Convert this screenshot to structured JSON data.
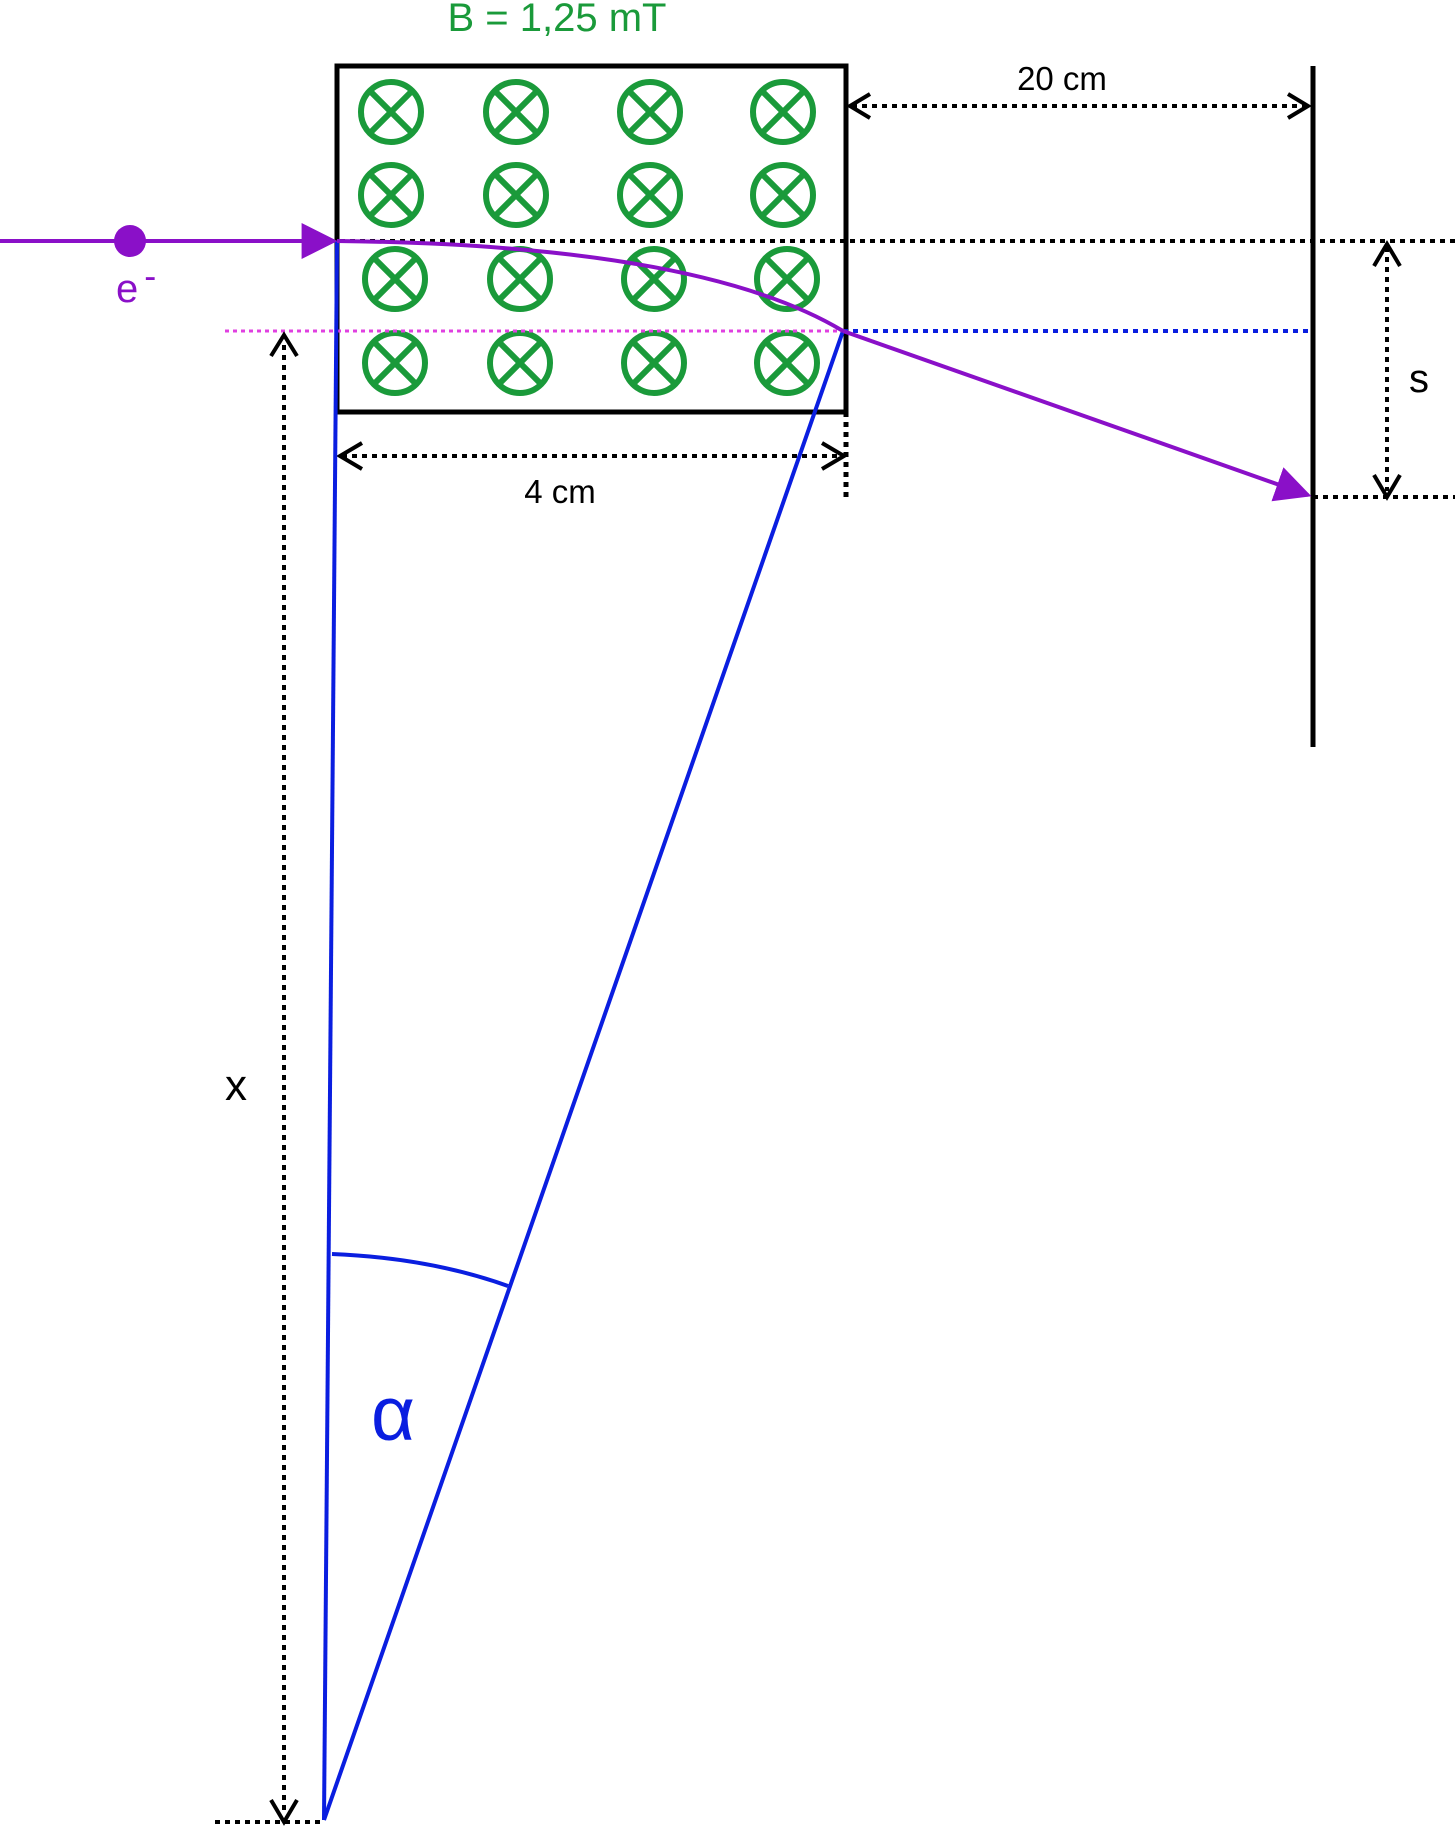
{
  "field_label": "B = 1,25 mT",
  "particle": {
    "symbol": "e",
    "charge_sign": "-"
  },
  "dimensions": {
    "field_width": "4 cm",
    "distance_to_screen": "20 cm"
  },
  "symbols": {
    "deflection": "s",
    "radius": "x",
    "angle": "α"
  },
  "field_marker_rows": 4,
  "field_marker_cols": 4,
  "colors": {
    "field": "#1a9a3a",
    "particle": "#8a10c8",
    "geometry": "#0a1ee0",
    "magenta_guide": "#e040e0",
    "ink": "#000000"
  }
}
